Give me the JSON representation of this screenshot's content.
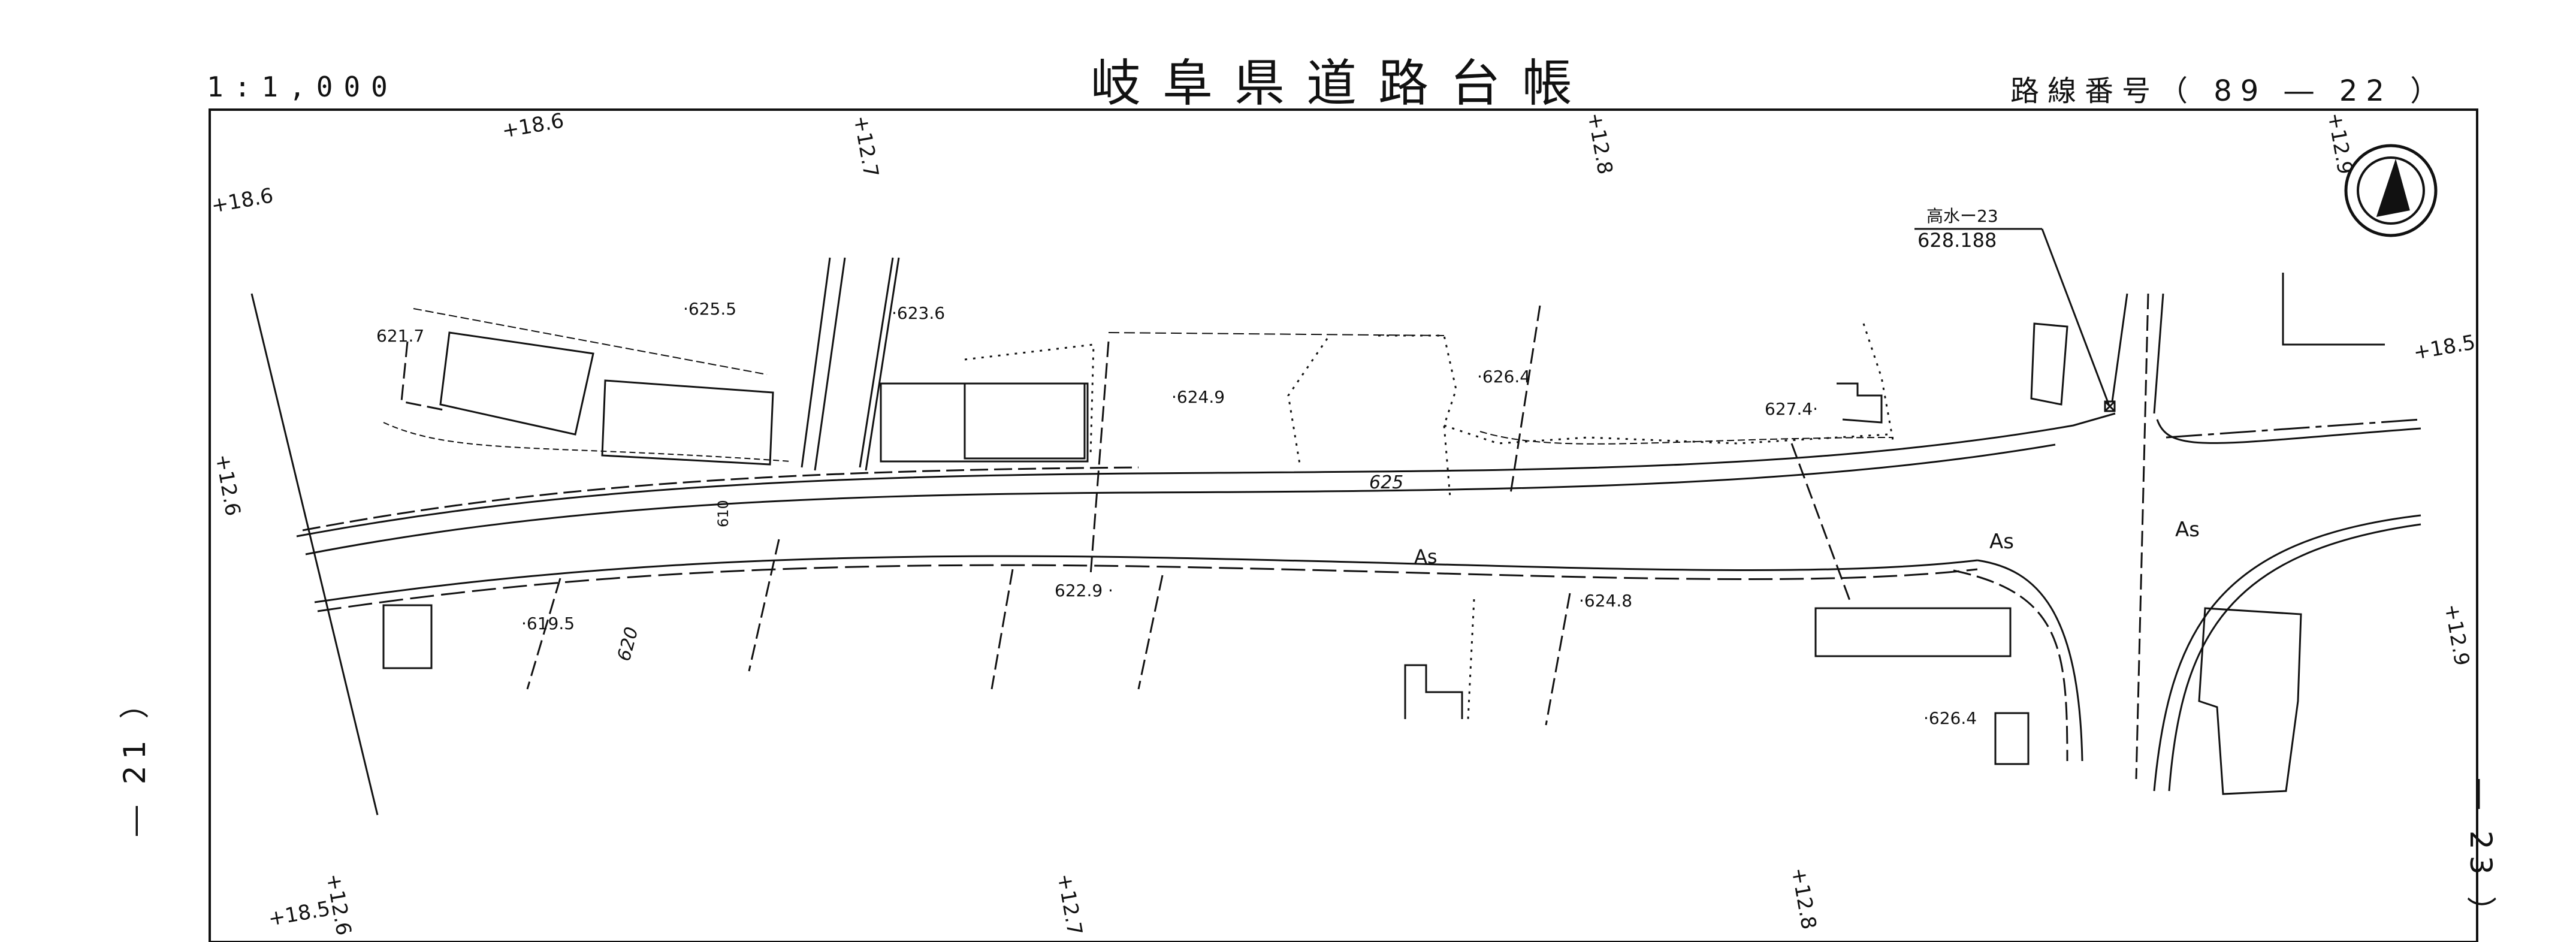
{
  "sheet": {
    "title": "岐阜県道路台帳",
    "scale": "1:1,000",
    "route_number": "路線番号（ 89 ― 22 ）",
    "left_adjacent": "― 21 ）",
    "right_adjacent": "― 23 ）"
  },
  "benchmark": {
    "name": "高水ー23",
    "elevation": "628.188"
  },
  "chainage_labels": {
    "t1": "+18.6",
    "t2": "+18.6",
    "t3": "+12.7",
    "t4": "+12.8",
    "t5": "+12.9",
    "l1": "+12.6",
    "r1": "+18.5",
    "r2": "+12.9",
    "b1": "+18.5",
    "b2": "+12.6",
    "b3": "+12.7",
    "b4": "+12.8"
  },
  "spot_heights": {
    "h1": "621.7",
    "h2": "·625.5",
    "h3": "·623.6",
    "h4": "·624.9",
    "h5": "·626.4",
    "h6": "627.4·",
    "h7": "·619.5",
    "h8": "622.9 ·",
    "h9": "·624.8",
    "h10": "·626.4"
  },
  "contours": {
    "c1": "625",
    "c2": "620",
    "c3": "610"
  },
  "surface_labels": {
    "s1": "As",
    "s2": "As",
    "s3": "As"
  },
  "icons": {
    "north": "north-arrow-icon",
    "benchmark": "benchmark-marker-icon"
  }
}
